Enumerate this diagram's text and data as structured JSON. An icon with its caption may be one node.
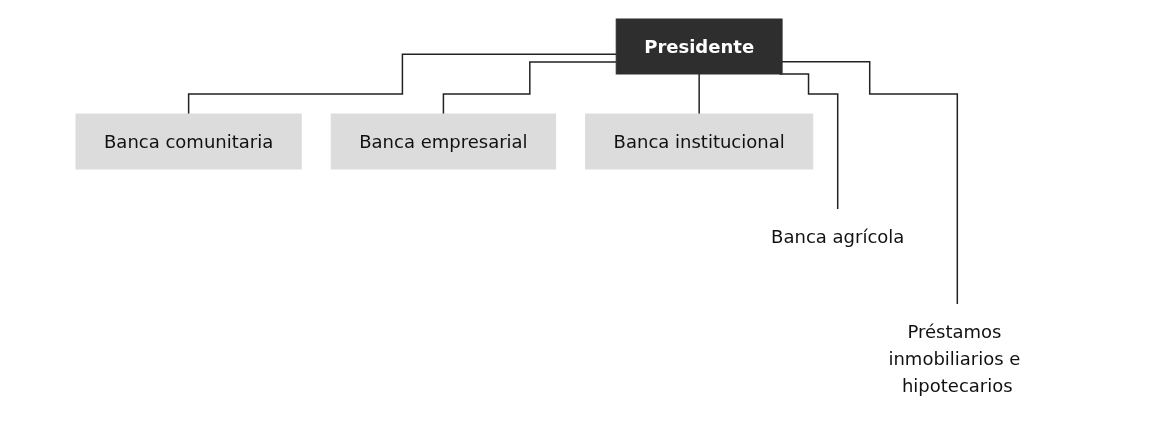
{
  "diagram": {
    "nodes": [
      {
        "text": [
          "Presidente"
        ]
      },
      {
        "text": [
          "Banca comunitaria"
        ]
      },
      {
        "text": [
          "Préstamos inmobiliarios e hipotecarios"
        ]
      },
      {
        "text": [
          "Banca empresarial"
        ]
      },
      {
        "text": [
          "Banca agrícola"
        ]
      },
      {
        "text": [
          "Banca institucional"
        ]
      }
    ],
    "edges": [
      {
        "from": 0,
        "to": 1,
        "arrow": "none"
      },
      {
        "from": 0,
        "to": 2,
        "arrow": "none"
      },
      {
        "from": 0,
        "to": 3,
        "arrow": "none"
      },
      {
        "from": 0,
        "to": 4,
        "arrow": "none"
      },
      {
        "from": 0,
        "to": 5,
        "arrow": "none"
      }
    ]
  }
}
